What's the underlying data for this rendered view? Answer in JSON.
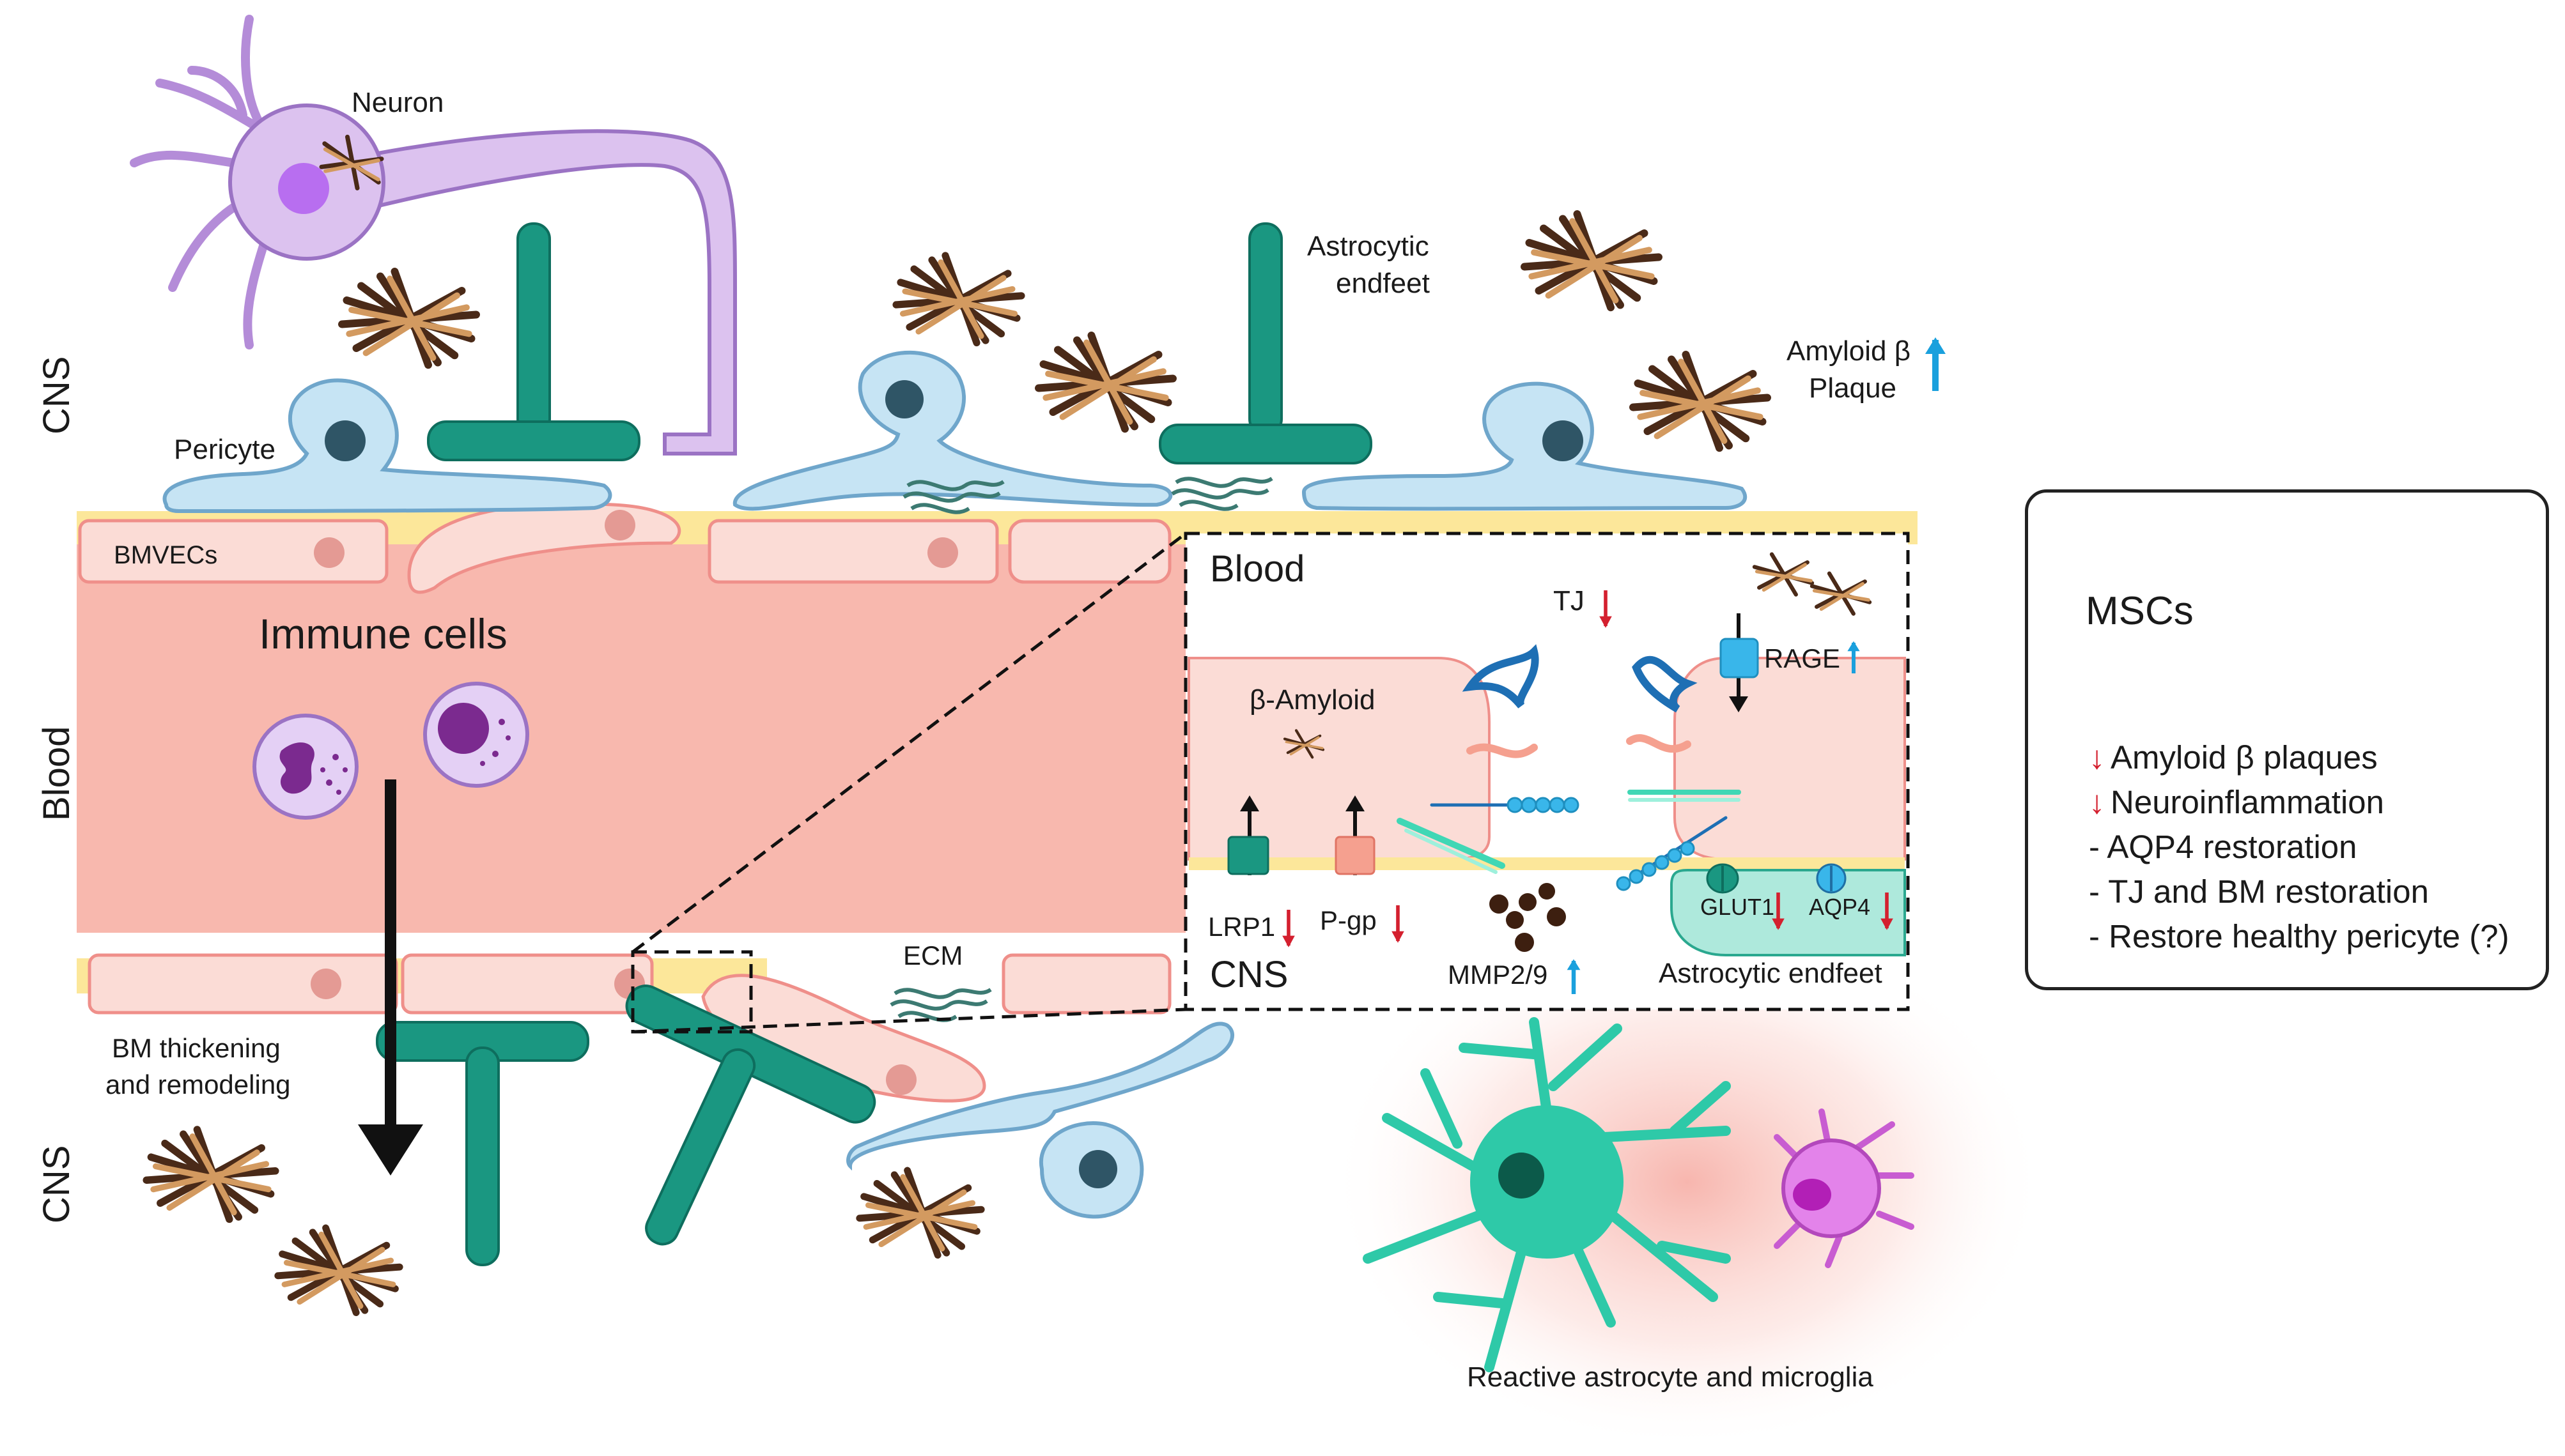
{
  "labels": {
    "neuron": "Neuron",
    "astrocytic_endfeet": [
      "Astrocytic",
      "endfeet"
    ],
    "amyloid_plaque": [
      "Amyloid β",
      "Plaque"
    ],
    "cns_top": "CNS",
    "blood_side": "Blood",
    "cns_bottom": "CNS",
    "pericyte": "Pericyte",
    "bmvecs": "BMVECs",
    "immune_cells": "Immune cells",
    "ecm": "ECM",
    "bm_thickening": [
      "BM thickening",
      "and remodeling"
    ],
    "reactive": "Reactive astrocyte and microglia"
  },
  "inset": {
    "blood": "Blood",
    "tj": "TJ",
    "rage": "RAGE",
    "beta_amyloid": "β-Amyloid",
    "lrp1": "LRP1",
    "pgp": "P-gp",
    "mmp": "MMP2/9",
    "cns": "CNS",
    "glut1": "GLUT1",
    "aqp4": "AQP4",
    "astro_endfeet": "Astrocytic endfeet"
  },
  "msc_panel": {
    "title": "MSCs",
    "items": [
      {
        "marker": "down-arrow",
        "text": "Amyloid β plaques"
      },
      {
        "marker": "down-arrow",
        "text": "Neuroinflammation"
      },
      {
        "marker": "dash",
        "text": "- AQP4 restoration"
      },
      {
        "marker": "dash",
        "text": "- TJ and BM restoration"
      },
      {
        "marker": "dash",
        "text": "- Restore healthy pericyte (?)"
      }
    ]
  },
  "colors": {
    "vessel": "#f8b8ae",
    "endothelial": "#fbdcd6",
    "basement_membrane": "#fce79a",
    "pericyte": "#c6e4f4",
    "astrocyte_endfoot": "#1a9781",
    "neuron": "#dcc2ef",
    "up_arrow": "#1aa0dd",
    "down_arrow": "#d4202f",
    "amyloid": "#c9915a",
    "msc": "#f37889"
  }
}
